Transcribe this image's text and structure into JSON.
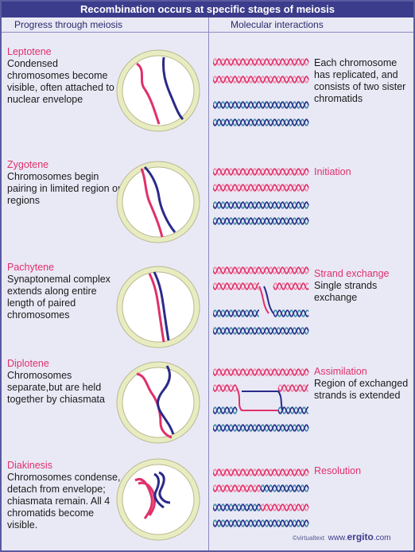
{
  "title": "Recombination occurs at specific stages of meiosis",
  "left_header": "Progress through meiosis",
  "right_header": "Molecular interactions",
  "colors": {
    "pink": "#e0306a",
    "blue": "#2a2a8a",
    "light_blue": "#3f8fa8",
    "nucleus_ring": "#e8ecc0",
    "frame": "#3c3c8c"
  },
  "stages": [
    {
      "name": "Leptotene",
      "desc": "Condensed chromosomes become visible, often attached to nuclear envelope"
    },
    {
      "name": "Zygotene",
      "desc": "Chromosomes begin pairing in limited region or regions"
    },
    {
      "name": "Pachytene",
      "desc": "Synaptonemal complex extends along entire length of paired chromosomes"
    },
    {
      "name": "Diplotene",
      "desc": "Chromosomes separate,but are held together by chiasmata"
    },
    {
      "name": "Diakinesis",
      "desc": "Chromosomes condense, detach from envelope; chiasmata remain. All 4 chromatids become visible."
    }
  ],
  "molecular": [
    {
      "label": "",
      "desc": "Each chromosome has replicated, and consists of two sister chromatids"
    },
    {
      "label": "Initiation",
      "desc": ""
    },
    {
      "label": "Strand exchange",
      "desc": "Single strands exchange"
    },
    {
      "label": "Assimilation",
      "desc": "Region of exchanged strands is extended"
    },
    {
      "label": "Resolution",
      "desc": ""
    }
  ],
  "footer": {
    "credit": "©virtualtext",
    "site_prefix": "www.",
    "site_brand": "ergito",
    "site_suffix": ".com"
  }
}
